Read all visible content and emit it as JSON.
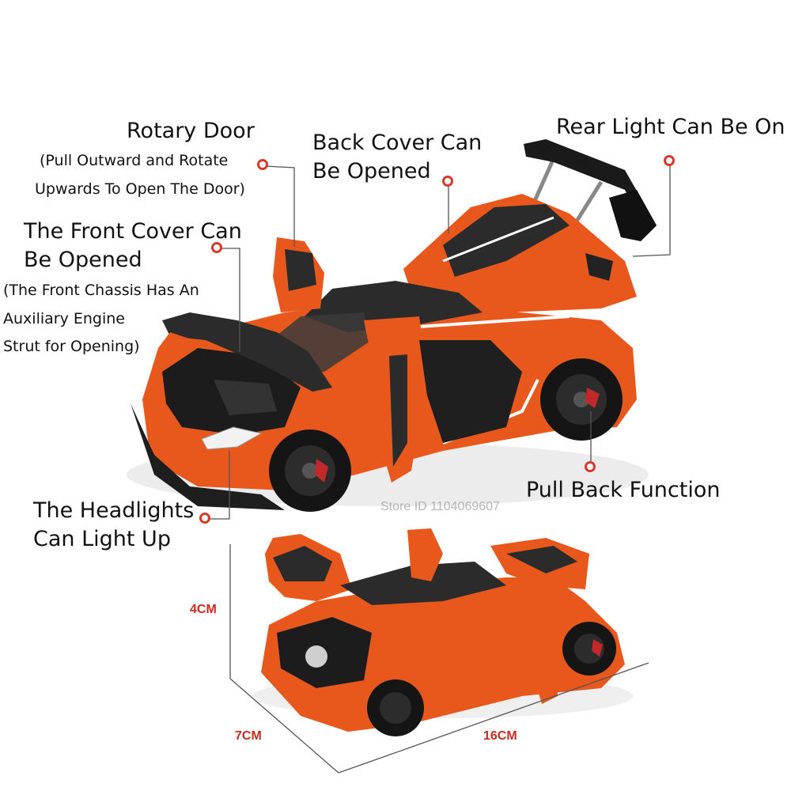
{
  "callouts": {
    "rotary_door_title": "Rotary Door",
    "rotary_door_note_1": "(Pull Outward and Rotate",
    "rotary_door_note_2": "Upwards To Open The Door)",
    "back_cover_1": "Back Cover Can",
    "back_cover_2": "Be Opened",
    "rear_light": "Rear Light Can Be On",
    "front_cover_1": "The Front Cover Can",
    "front_cover_2": "Be Opened",
    "front_cover_note_1": "(The Front Chassis Has An",
    "front_cover_note_2": "Auxiliary Engine",
    "front_cover_note_3": "Strut for Opening)",
    "pull_back": "Pull Back Function",
    "headlights_1": "The Headlights",
    "headlights_2": "Can Light Up"
  },
  "watermark": "Store ID 1104069607",
  "dimensions": {
    "height": "4CM",
    "width": "7CM",
    "length": "16CM"
  },
  "colors": {
    "car_body": "#e8581c",
    "carbon": "#2b2b2b",
    "callout_dot": "#d83a2a",
    "dimension_text": "#cc2a1e"
  }
}
